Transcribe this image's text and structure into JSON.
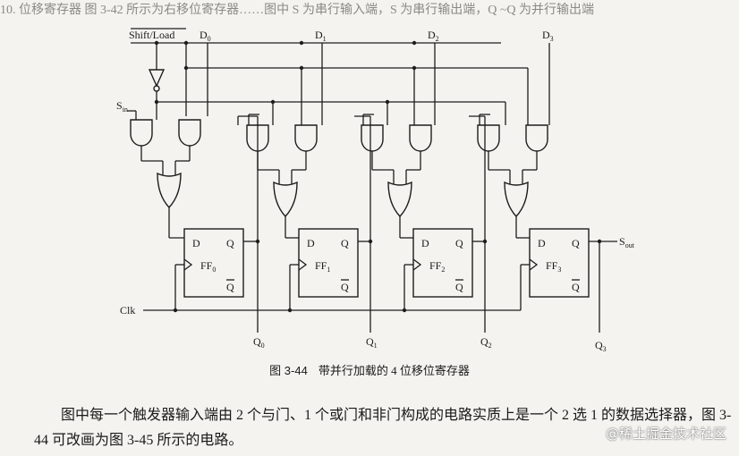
{
  "scan_top_text": "10. 位移寄存器    图 3-42 所示为右移位寄存器……图中 S  为串行输入端，S   为串行输出端，Q  ~Q  为并行输出端",
  "labels": {
    "shift_load": "Shift/Load",
    "s_in_main": "S",
    "s_in_sub": "in",
    "s_out_main": "S",
    "s_out_sub": "out",
    "clk": "Clk",
    "d_main": "D",
    "q_main": "Q",
    "subs": [
      "0",
      "1",
      "2",
      "3"
    ],
    "ff_main": "FF",
    "pin_d": "D",
    "pin_q": "Q",
    "pin_qbar": "Q"
  },
  "caption": {
    "number": "图 3-44",
    "title": "带并行加载的 4 位移位寄存器"
  },
  "body_text": "图中每一个触发器输入端由 2 个与门、1 个或门和非门构成的电路实质上是一个 2 选 1 的数据选择器，图 3-44 可改画为图 3-45 所示的电路。",
  "watermark": "@稀土掘金技术社区"
}
